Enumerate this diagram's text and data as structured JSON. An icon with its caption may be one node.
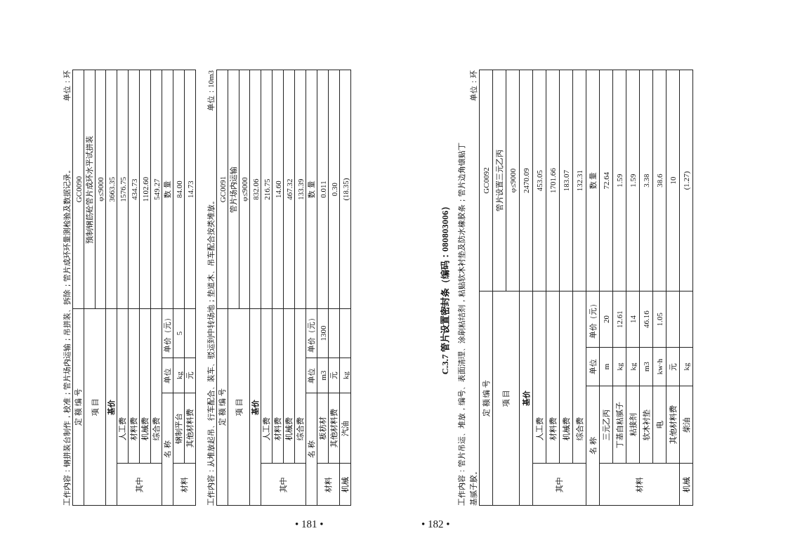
{
  "diagram": {
    "labels": [
      "工作内容：钢拼装台制作，校准；管片场内运输；吊拼装、拆除；管片成环环量测检验及数据记录。",
      "单位：环",
      "定 额 编 号",
      "GC0090",
      "项 目",
      "预制钢筋砼管片成环水平试拼装",
      "φ≤9000",
      "基价",
      "3663.35",
      "其中",
      "人工费",
      "1576.75",
      "材料费",
      "434.73",
      "机械费",
      "1102.60",
      "综合费",
      "549.27",
      "名 称",
      "单位",
      "单价（元）",
      "数 量",
      "材料",
      "钢制平台",
      "kg",
      "5",
      "84.00",
      "其他材料费",
      "元",
      "14.73",
      "工作内容：从堆放起吊、行车配合、装车、驳运到中转场地；垫道木、吊车配合按类堆放。",
      "单位：10m3",
      "定 额 编 号",
      "GC0091",
      "项 目",
      "管片场内运输",
      "φ≤9000",
      "基价",
      "832.06",
      "其中",
      "人工费",
      "216.75",
      "材料费",
      "14.60",
      "机械费",
      "467.32",
      "综合费",
      "133.39",
      "名 称",
      "单位",
      "单价（元）",
      "数 量",
      "材料",
      "板枋材",
      "m3",
      "1300",
      "0.011",
      "其他材料费",
      "元",
      "0.30",
      "机械",
      "汽油",
      "kg",
      "(18.35)",
      "• 181 •",
      "C.3.7 管片设置密封条（编码：080803006）",
      "工作内容：管片吊运、堆放，编号、表面清理、涂刷粘结剂，粘贴软木衬垫及防水橡胶条；管片边角镶贴丁基腻子胶。",
      "单位：环",
      "定 额 编 号",
      "GC0092",
      "项 目",
      "管片设置三元乙丙",
      "φ≤9000",
      "基价",
      "2470.09",
      "其中",
      "人工费",
      "453.05",
      "材料费",
      "1701.66",
      "机械费",
      "183.07",
      "综合费",
      "132.31",
      "名 称",
      "单位",
      "单价（元）",
      "数 量",
      "材料",
      "三元乙丙",
      "m",
      "20",
      "72.64",
      "丁基自粘腻子",
      "kg",
      "12.61",
      "1.59",
      "粘接剂",
      "kg",
      "14",
      "1.59",
      "软木衬垫",
      "m3",
      "46.16",
      "3.38",
      "电",
      "kw·h",
      "1.05",
      "38.6",
      "其他材料费",
      "元",
      "10",
      "机械",
      "柴油",
      "kg",
      "(1.27)",
      "• 182 •"
    ]
  }
}
